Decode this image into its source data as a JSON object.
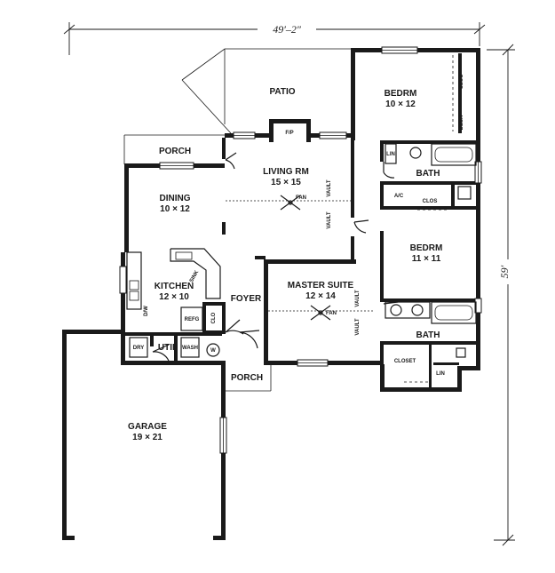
{
  "dimensions": {
    "width": "49′–2″",
    "depth": "59′"
  },
  "rooms": {
    "patio": "PATIO",
    "porch_top": "PORCH",
    "living": "LIVING RM",
    "living_size": "15 × 15",
    "dining": "DINING",
    "dining_size": "10 × 12",
    "kitchen": "KITCHEN",
    "kitchen_size": "12 × 10",
    "foyer": "FOYER",
    "util": "UTIL",
    "garage": "GARAGE",
    "garage_size": "19 × 21",
    "porch_bottom": "PORCH",
    "master": "MASTER SUITE",
    "master_size": "12 × 14",
    "bedrm1": "BEDRM",
    "bedrm1_size": "10 × 12",
    "bedrm2": "BEDRM",
    "bedrm2_size": "11 × 11",
    "bath1": "BATH",
    "bath2": "BATH"
  },
  "fixtures": {
    "fp": "F/P",
    "fan_living": "FAN",
    "fan_master": "FAN",
    "vault": "VAULT",
    "lin": "LIN",
    "clos": "CLOS",
    "desk": "DESK",
    "ac": "A/C",
    "closet": "CLOSET",
    "refg": "REFG",
    "dry": "DRY",
    "wash": "WASH",
    "w": "W",
    "clo": "CLO",
    "dw": "D/W",
    "sink": "SINK"
  }
}
